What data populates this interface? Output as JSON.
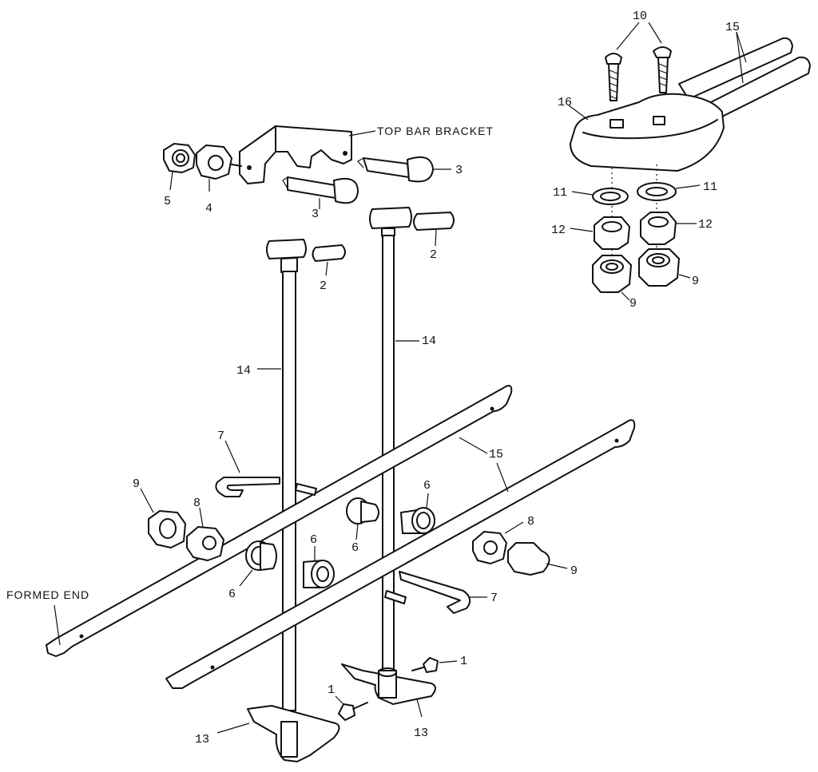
{
  "labels": {
    "top_bar_bracket": "TOP BAR BRACKET",
    "formed_end": "FORMED END",
    "p1": "1",
    "p2": "2",
    "p3": "3",
    "p4": "4",
    "p5": "5",
    "p6": "6",
    "p7": "7",
    "p8": "8",
    "p9": "9",
    "p10": "10",
    "p11": "11",
    "p12": "12",
    "p13": "13",
    "p14": "14",
    "p15": "15",
    "p16": "16"
  }
}
